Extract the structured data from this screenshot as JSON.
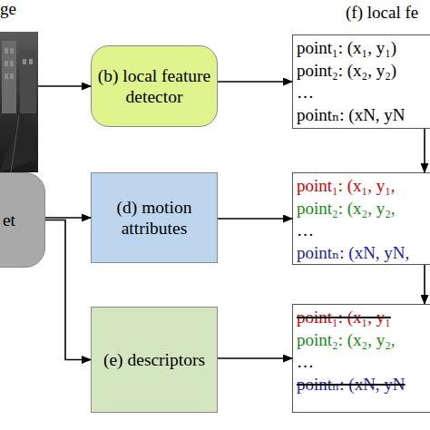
{
  "diagram": {
    "nodes": [
      {
        "text": [
          "ge"
        ]
      },
      {
        "text": [
          "(b) local feature detector"
        ]
      },
      {
        "text": [
          "(f) local fe",
          "point₁: (x₁, y₁)",
          "point₂: (x₂, y₂)",
          "…",
          "pointₙ: (xN, yN"
        ]
      },
      {
        "text": [
          "et"
        ]
      },
      {
        "text": [
          "(d) motion attributes"
        ]
      },
      {
        "text": [
          "point₁: (x₁, y₁,",
          "point₂: (x₂, y₂,",
          "…",
          "pointₙ: (xN, yN,"
        ]
      },
      {
        "text": [
          "(e) descriptors"
        ]
      },
      {
        "text": [
          "point₁: (x₁, y₁",
          "point₂: (x₂, y₂,",
          "…",
          "pointₙ: (xN, yN"
        ]
      }
    ],
    "edges": [
      {
        "from": 0,
        "to": 1,
        "arrow": "to"
      },
      {
        "from": 1,
        "to": 2,
        "arrow": "to"
      },
      {
        "from": 2,
        "to": 5,
        "arrow": "to"
      },
      {
        "from": 3,
        "to": 4,
        "arrow": "to"
      },
      {
        "from": 3,
        "to": 6,
        "arrow": "to"
      },
      {
        "from": 4,
        "to": 5,
        "arrow": "to"
      },
      {
        "from": 5,
        "to": 7,
        "arrow": "to"
      },
      {
        "from": 6,
        "to": 7,
        "arrow": "to"
      }
    ]
  }
}
